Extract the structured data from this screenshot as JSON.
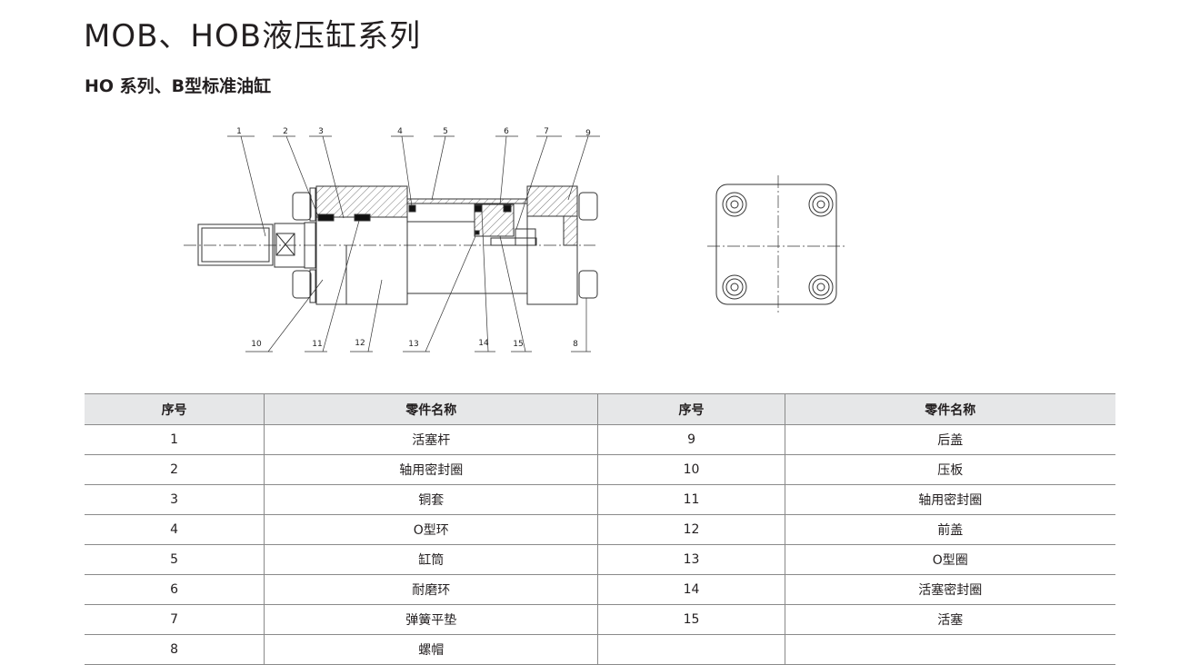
{
  "title": "MOB、HOB液压缸系列",
  "subtitle": "HO 系列、B型标准油缸",
  "diagram": {
    "top_labels": [
      "1",
      "2",
      "3",
      "4",
      "5",
      "6",
      "7",
      "9"
    ],
    "bottom_labels": [
      "10",
      "11",
      "12",
      "13",
      "14",
      "15",
      "8"
    ]
  },
  "table": {
    "headers": [
      "序号",
      "零件名称",
      "序号",
      "零件名称"
    ],
    "rows": [
      [
        "1",
        "活塞杆",
        "9",
        "后盖"
      ],
      [
        "2",
        "轴用密封圈",
        "10",
        "压板"
      ],
      [
        "3",
        "铜套",
        "11",
        "轴用密封圈"
      ],
      [
        "4",
        "O型环",
        "12",
        "前盖"
      ],
      [
        "5",
        "缸筒",
        "13",
        "O型圈"
      ],
      [
        "6",
        "耐磨环",
        "14",
        "活塞密封圈"
      ],
      [
        "7",
        "弹簧平垫",
        "15",
        "活塞"
      ],
      [
        "8",
        "螺帽",
        "",
        ""
      ]
    ]
  }
}
